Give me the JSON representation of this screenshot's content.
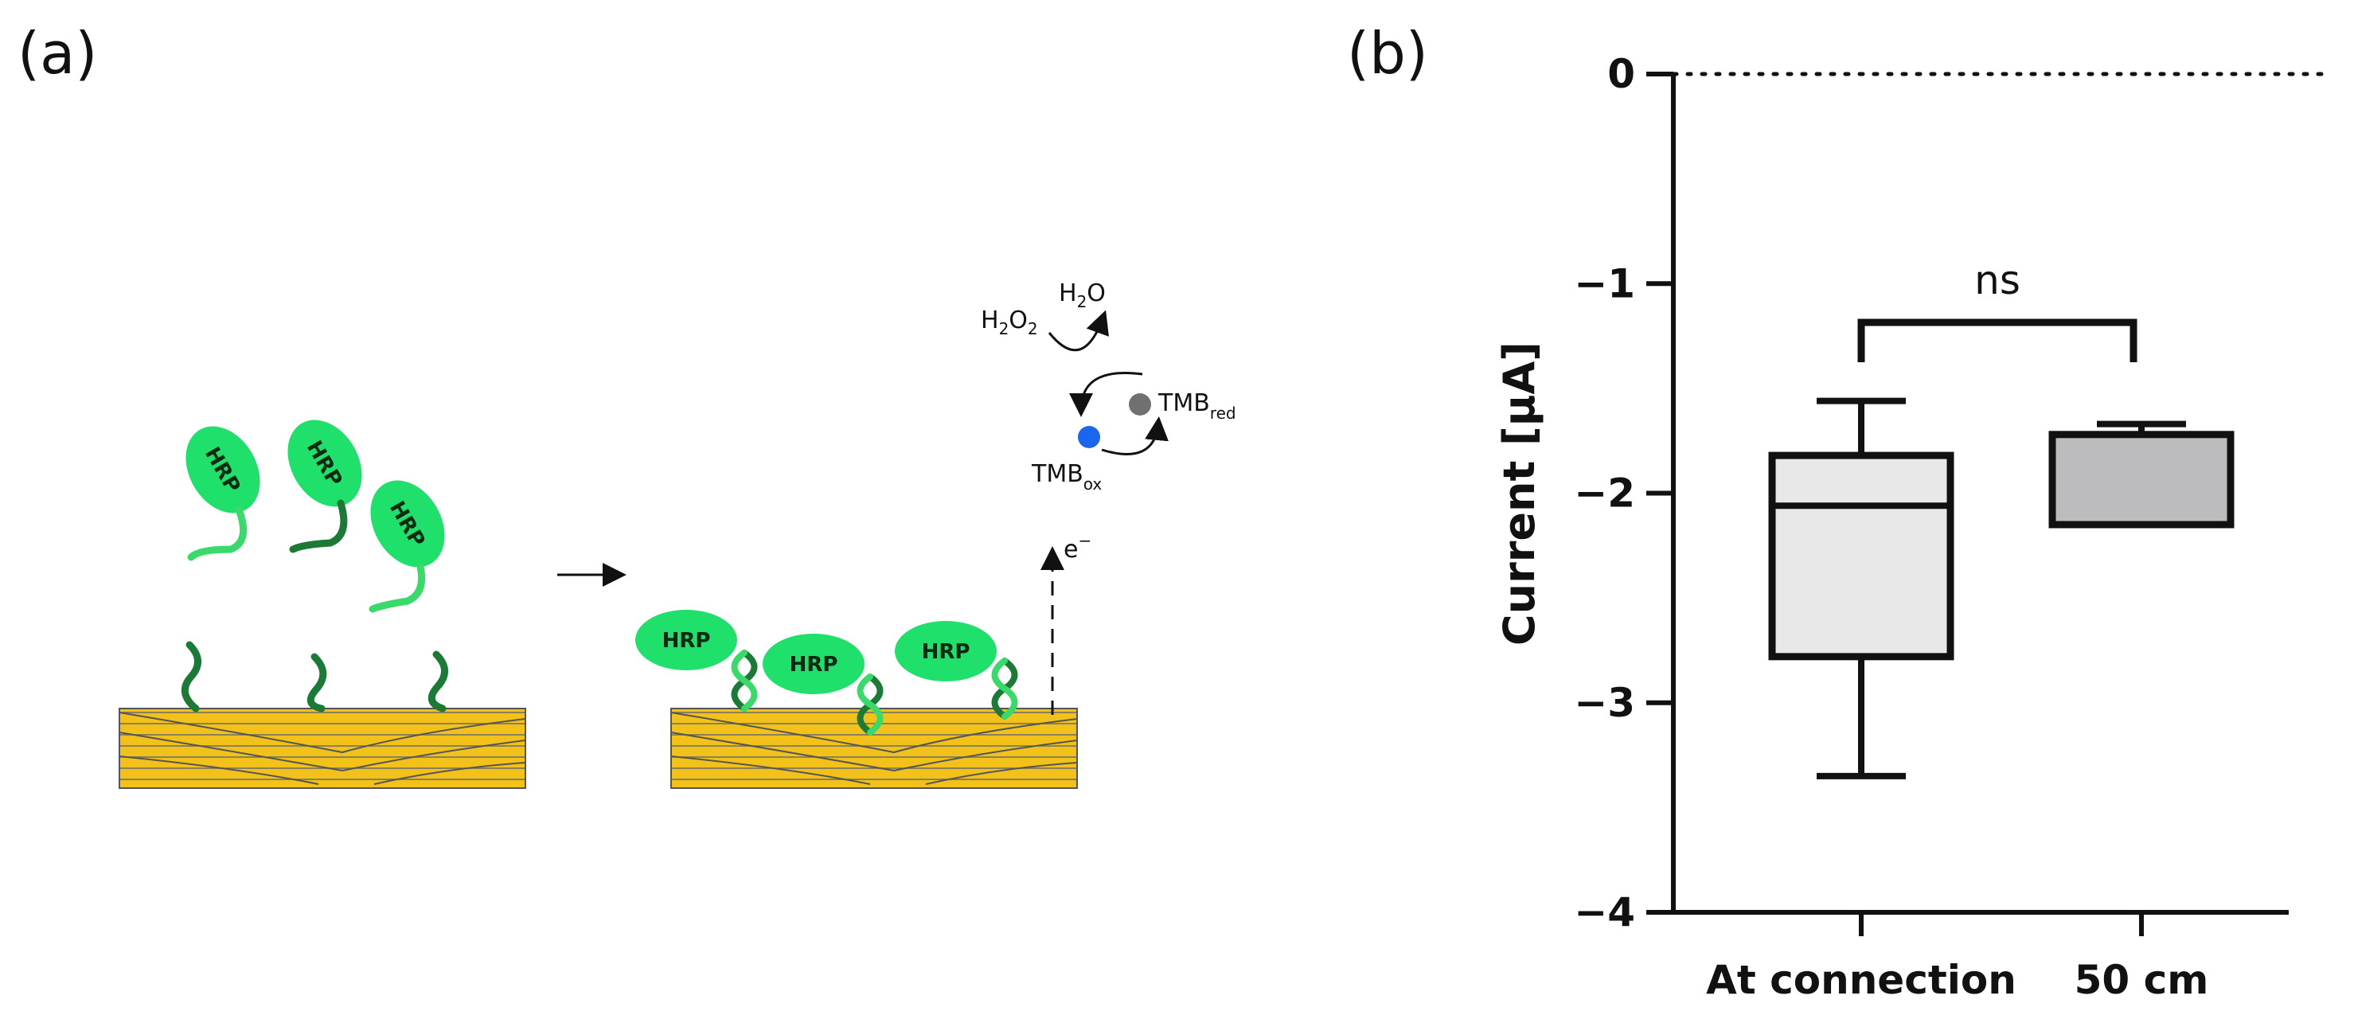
{
  "panels": {
    "a_label": "(a)",
    "b_label": "(b)"
  },
  "schematic": {
    "enzyme_label": "HRP",
    "substrate_reactant": "H",
    "reactant_subscripts": [
      "2",
      "2"
    ],
    "substrate_product": "H",
    "product_subscript": "2",
    "oxygen": "O",
    "tmb": "TMB",
    "tmb_red_sub": "red",
    "tmb_ox_sub": "ox",
    "electron": "e",
    "electron_sup": "−",
    "colors": {
      "enzyme": "#1fe06a",
      "dna_dark": "#1a7a36",
      "dna_light": "#39d96a",
      "electrode": "#f2c21b",
      "tmb_red": "#707070",
      "tmb_ox": "#1a66ee"
    }
  },
  "chart_data": {
    "type": "box",
    "categories": [
      "At connection",
      "50 cm"
    ],
    "ylabel": "Current [μA]",
    "ylim": [
      -4,
      0
    ],
    "yticks": [
      0,
      -1,
      -2,
      -3,
      -4
    ],
    "ytick_labels": [
      "0",
      "−1",
      "−2",
      "−3",
      "−4"
    ],
    "reference_line": 0,
    "boxes": [
      {
        "name": "At connection",
        "min": -3.35,
        "q1": -2.78,
        "median": -2.06,
        "q3": -1.82,
        "max": -1.56,
        "fill": "#e8e8e8"
      },
      {
        "name": "50 cm",
        "min": -2.15,
        "q1": -2.15,
        "median": -1.72,
        "q3": -1.72,
        "max": -1.67,
        "fill": "#bcbcbe"
      }
    ],
    "significance": {
      "label": "ns",
      "between": [
        0,
        1
      ]
    },
    "grid": false
  }
}
